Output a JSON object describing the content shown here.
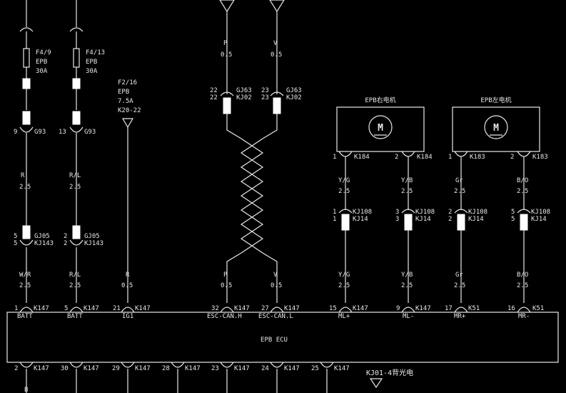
{
  "fuses": [
    {
      "id": "F4/9",
      "name": "EPB",
      "rating": "30A"
    },
    {
      "id": "F4/13",
      "name": "EPB",
      "rating": "30A"
    },
    {
      "id": "F2/16",
      "name": "EPB",
      "rating": "7.5A",
      "conn": "K20-22"
    }
  ],
  "top_connectors": [
    {
      "pin": "9",
      "conn": "G93"
    },
    {
      "pin": "13",
      "conn": "G93"
    }
  ],
  "wires_upper": [
    {
      "color": "R",
      "size": "2.5"
    },
    {
      "color": "R/L",
      "size": "2.5"
    }
  ],
  "mid_connectors": [
    {
      "pin_top": "5",
      "pin_bot": "5",
      "conn_top": "GJ05",
      "conn_bot": "KJ143"
    },
    {
      "pin_top": "2",
      "pin_bot": "2",
      "conn_top": "GJ05",
      "conn_bot": "KJ143"
    }
  ],
  "wires_lower": [
    {
      "color": "W/R",
      "size": "2.5"
    },
    {
      "color": "R/L",
      "size": "2.5"
    },
    {
      "color": "R",
      "size": "0.5"
    }
  ],
  "can": {
    "wires_top": [
      {
        "color": "P",
        "size": "0.5"
      },
      {
        "color": "V",
        "size": "0.5"
      }
    ],
    "conn": [
      {
        "pin_top": "22",
        "pin_bot": "22",
        "conn_top": "GJ63",
        "conn_bot": "KJ02"
      },
      {
        "pin_top": "23",
        "pin_bot": "23",
        "conn_top": "GJ63",
        "conn_bot": "KJ02"
      }
    ],
    "wires_bot": [
      {
        "color": "P",
        "size": "0.5"
      },
      {
        "color": "V",
        "size": "0.5"
      }
    ]
  },
  "motors": [
    {
      "title": "EPB右电机",
      "glyph": "M",
      "pin_l": "1",
      "pin_r": "2",
      "conn": "K184"
    },
    {
      "title": "EPB左电机",
      "glyph": "M",
      "pin_l": "1",
      "pin_r": "2",
      "conn": "K183"
    }
  ],
  "motor_wires_upper": [
    {
      "color": "Y/G",
      "size": "2.5"
    },
    {
      "color": "Y/B",
      "size": "2.5"
    },
    {
      "color": "Gr",
      "size": "2.5"
    },
    {
      "color": "B/O",
      "size": "2.5"
    }
  ],
  "motor_connectors": [
    {
      "pin_top": "1",
      "pin_bot": "1",
      "conn_top": "KJ108",
      "conn_bot": "KJ14"
    },
    {
      "pin_top": "3",
      "pin_bot": "3",
      "conn_top": "KJ108",
      "conn_bot": "KJ14"
    },
    {
      "pin_top": "2",
      "pin_bot": "2",
      "conn_top": "KJ108",
      "conn_bot": "KJ14"
    },
    {
      "pin_top": "5",
      "pin_bot": "5",
      "conn_top": "KJ108",
      "conn_bot": "KJ14"
    }
  ],
  "motor_wires_lower": [
    {
      "color": "Y/G",
      "size": "2.5"
    },
    {
      "color": "Y/B",
      "size": "2.5"
    },
    {
      "color": "Gr",
      "size": "2.5"
    },
    {
      "color": "B/O",
      "size": "2.5"
    }
  ],
  "ecu": {
    "name": "EPB ECU",
    "pins": [
      {
        "num": "1",
        "conn": "K147",
        "label": "BATT"
      },
      {
        "num": "5",
        "conn": "K147",
        "label": "BATT"
      },
      {
        "num": "21",
        "conn": "K147",
        "label": "IG1"
      },
      {
        "num": "32",
        "conn": "K147",
        "label": "ESC-CAN.H"
      },
      {
        "num": "27",
        "conn": "K147",
        "label": "ESC-CAN.L"
      },
      {
        "num": "15",
        "conn": "K147",
        "label": "ML+"
      },
      {
        "num": "9",
        "conn": "K147",
        "label": "ML-"
      },
      {
        "num": "17",
        "conn": "K51",
        "label": "MR+"
      },
      {
        "num": "16",
        "conn": "K51",
        "label": "MR-"
      }
    ],
    "bottom_pins": [
      {
        "num": "2",
        "conn": "K147"
      },
      {
        "num": "30",
        "conn": "K147"
      },
      {
        "num": "29",
        "conn": "K147"
      },
      {
        "num": "28",
        "conn": "K147"
      },
      {
        "num": "23",
        "conn": "K147"
      },
      {
        "num": "24",
        "conn": "K147"
      },
      {
        "num": "25",
        "conn": "K147"
      }
    ]
  },
  "backlight_note": "KJ01-4背光电",
  "bottom_wire_label": "B"
}
